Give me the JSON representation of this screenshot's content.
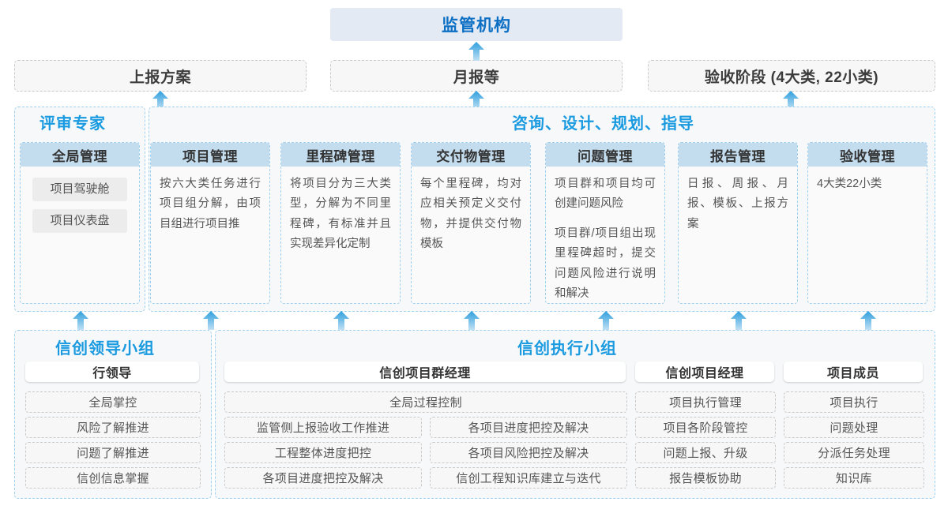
{
  "top": {
    "authority": "监管机构",
    "submissions": [
      {
        "label": "上报方案"
      },
      {
        "label": "月报等"
      },
      {
        "label": "验收阶段 (4大类, 22小类)"
      }
    ]
  },
  "middle": {
    "left_region_title": "评审专家",
    "right_region_title": "咨询、设计、规划、指导",
    "modules": [
      {
        "title": "全局管理",
        "pills": [
          "项目驾驶舱",
          "项目仪表盘"
        ],
        "paragraphs": []
      },
      {
        "title": "项目管理",
        "pills": [],
        "paragraphs": [
          "按六大类任务进行项目组分解，由项目组进行项目推"
        ]
      },
      {
        "title": "里程碑管理",
        "pills": [],
        "paragraphs": [
          "将项目分为三大类型，分解为不同里程碑，有标准并且实现差异化定制"
        ]
      },
      {
        "title": "交付物管理",
        "pills": [],
        "paragraphs": [
          "每个里程碑，均对应相关预定义交付物，并提供交付物模板"
        ]
      },
      {
        "title": "问题管理",
        "pills": [],
        "paragraphs": [
          "项目群和项目均可创建问题风险",
          "项目群/项目组出现里程碑超时，提交问题风险进行说明和解决"
        ]
      },
      {
        "title": "报告管理",
        "pills": [],
        "paragraphs": [
          "日报、周报、月报、模板、上报方案"
        ]
      },
      {
        "title": "验收管理",
        "pills": [],
        "paragraphs": [
          "4大类22小类"
        ]
      }
    ]
  },
  "bottom": {
    "leading_group": {
      "title": "信创领导小组",
      "role": "行领导",
      "tasks": [
        "全局掌控",
        "风险了解推进",
        "问题了解推进",
        "信创信息掌握"
      ]
    },
    "execution_group": {
      "title": "信创执行小组",
      "program_manager": {
        "role": "信创项目群经理",
        "wide_task": "全局过程控制",
        "tasks_left": [
          "监管侧上报验收工作推进",
          "工程整体进度把控",
          "各项目进度把控及解决"
        ],
        "tasks_right": [
          "各项目进度把控及解决",
          "各项目风险把控及解决",
          "信创工程知识库建立与迭代"
        ]
      },
      "project_manager": {
        "role": "信创项目经理",
        "tasks": [
          "项目执行管理",
          "项目各阶段管控",
          "问题上报、升级",
          "报告模板协助"
        ]
      },
      "project_member": {
        "role": "项目成员",
        "tasks": [
          "项目执行",
          "问题处理",
          "分派任务处理",
          "知识库"
        ]
      }
    }
  },
  "colors": {
    "accent_blue": "#1a9ae0",
    "title_blue": "#0d6fc4",
    "header_fill": "#c3dcee",
    "top_fill": "#e3eaf4",
    "arrow_blue": "#3aa6e0"
  },
  "icons": {
    "arrow_up": "arrow-up-icon"
  }
}
